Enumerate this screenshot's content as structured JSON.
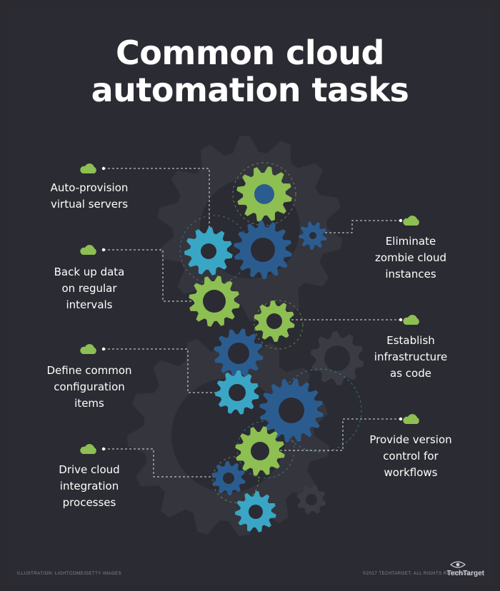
{
  "title_lines": [
    "Common cloud",
    "automation tasks"
  ],
  "tasks": [
    {
      "id": "auto-provision",
      "lines": [
        "Auto-provision",
        "virtual servers"
      ]
    },
    {
      "id": "backup",
      "lines": [
        "Back up data",
        "on regular",
        "intervals"
      ]
    },
    {
      "id": "define-config",
      "lines": [
        "Define common",
        "configuration",
        "items"
      ]
    },
    {
      "id": "drive-integration",
      "lines": [
        "Drive cloud",
        "integration",
        "processes"
      ]
    },
    {
      "id": "eliminate-zombie",
      "lines": [
        "Eliminate",
        "zombie cloud",
        "instances"
      ]
    },
    {
      "id": "infra-as-code",
      "lines": [
        "Establish",
        "infrastructure",
        "as code"
      ]
    },
    {
      "id": "version-control",
      "lines": [
        "Provide version",
        "control for",
        "workflows"
      ]
    }
  ],
  "footer": {
    "credit": "ILLUSTRATION: LIGHTCOME/GETTY IMAGES",
    "copyright": "©2017 TECHTARGET. ALL RIGHTS RESERVED",
    "brand": "TechTarget"
  },
  "colors": {
    "background": "#2b2b33",
    "green_gear": "#8dbf52",
    "teal_gear": "#3aa6c6",
    "navy_gear": "#2b5c8f",
    "cloud_icon": "#8dbf52",
    "connector": "#ffffff",
    "title": "#ffffff"
  },
  "icons": [
    "cloud-icon",
    "gear-icon",
    "eye-logo-icon"
  ]
}
